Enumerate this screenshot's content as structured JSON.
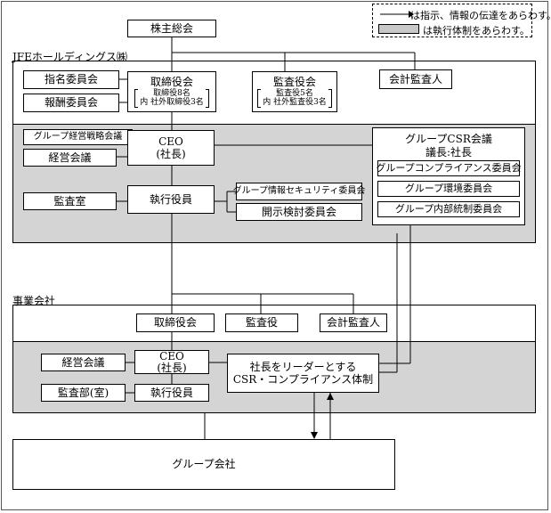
{
  "legend": {
    "arrow_text": "は指示、情報の伝達をあらわす。",
    "shade_text": "は執行体制をあらわす。"
  },
  "top": {
    "shareholders": "株主総会"
  },
  "holdings": {
    "name": "JFEホールディングス㈱",
    "board": {
      "title": "取締役会",
      "sub1": "取締役8名",
      "sub2": "内 社外取締役3名"
    },
    "auditors": {
      "title": "監査役会",
      "sub1": "監査役5名",
      "sub2": "内 社外監査役3名"
    },
    "nomination": "指名委員会",
    "compensation": "報酬委員会",
    "accounting_auditor": "会計監査人",
    "strategy_meeting": "グループ経営戦略会議",
    "management_meeting": "経営会議",
    "ceo": "CEO",
    "ceo_sub": "(社長)",
    "audit_office": "監査室",
    "executive_officers": "執行役員",
    "info_security": "グループ情報セキュリティ委員会",
    "disclosure": "開示検討委員会",
    "csr": {
      "title": "グループCSR会議",
      "chair": "議長:社長",
      "compliance": "グループコンプライアンス委員会",
      "environment": "グループ環境委員会",
      "internal_control": "グループ内部統制委員会"
    }
  },
  "subsidiary": {
    "name": "事業会社",
    "board": "取締役会",
    "auditor": "監査役",
    "accounting_auditor": "会計監査人",
    "management_meeting": "経営会議",
    "ceo": "CEO",
    "ceo_sub": "(社長)",
    "audit_dept": "監査部(室)",
    "executive_officers": "執行役員",
    "csr_line1": "社長をリーダーとする",
    "csr_line2": "CSR・コンプライアンス体制"
  },
  "group_companies": "グループ会社"
}
